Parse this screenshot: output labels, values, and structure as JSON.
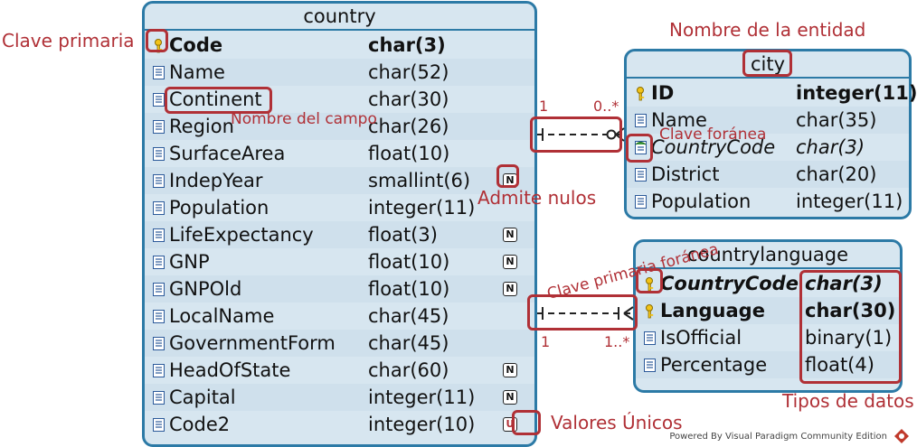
{
  "entities": {
    "country": {
      "title": "country",
      "rows": [
        {
          "name": "Code",
          "type": "char(3)",
          "pk": true
        },
        {
          "name": "Name",
          "type": "char(52)"
        },
        {
          "name": "Continent",
          "type": "char(30)"
        },
        {
          "name": "Region",
          "type": "char(26)"
        },
        {
          "name": "SurfaceArea",
          "type": "float(10)"
        },
        {
          "name": "IndepYear",
          "type": "smallint(6)",
          "badge": "N"
        },
        {
          "name": "Population",
          "type": "integer(11)"
        },
        {
          "name": "LifeExpectancy",
          "type": "float(3)",
          "badge": "N"
        },
        {
          "name": "GNP",
          "type": "float(10)",
          "badge": "N"
        },
        {
          "name": "GNPOld",
          "type": "float(10)",
          "badge": "N"
        },
        {
          "name": "LocalName",
          "type": "char(45)"
        },
        {
          "name": "GovernmentForm",
          "type": "char(45)"
        },
        {
          "name": "HeadOfState",
          "type": "char(60)",
          "badge": "N"
        },
        {
          "name": "Capital",
          "type": "integer(11)",
          "badge": "N"
        },
        {
          "name": "Code2",
          "type": "integer(10)",
          "badge": "U"
        }
      ]
    },
    "city": {
      "title": "city",
      "rows": [
        {
          "name": "ID",
          "type": "integer(11)",
          "pk": true
        },
        {
          "name": "Name",
          "type": "char(35)"
        },
        {
          "name": "CountryCode",
          "type": "char(3)",
          "fk": true
        },
        {
          "name": "District",
          "type": "char(20)"
        },
        {
          "name": "Population",
          "type": "integer(11)"
        }
      ]
    },
    "countrylanguage": {
      "title": "countrylanguage",
      "rows": [
        {
          "name": "CountryCode",
          "type": "char(3)",
          "pk": true,
          "fk": true
        },
        {
          "name": "Language",
          "type": "char(30)",
          "pk": true
        },
        {
          "name": "IsOfficial",
          "type": "binary(1)"
        },
        {
          "name": "Percentage",
          "type": "float(4)"
        }
      ]
    }
  },
  "annotations": {
    "primary_key": "Clave primaria",
    "field_name": "Nombre del campo",
    "entity_name": "Nombre de la entidad",
    "foreign_key": "Clave foránea",
    "nullable": "Admite nulos",
    "pk_fk": "Clave primaria foránea",
    "data_types": "Tipos de datos",
    "unique": "Valores Únicos"
  },
  "relations": [
    {
      "from_card": "1",
      "to_card": "0..*"
    },
    {
      "from_card": "1",
      "to_card": "1..*"
    }
  ],
  "footer": "Powered By Visual Paradigm Community Edition",
  "colors": {
    "entity_border": "#2c7aa6",
    "entity_fill": "#d7e6f0",
    "highlight": "#b03036"
  }
}
